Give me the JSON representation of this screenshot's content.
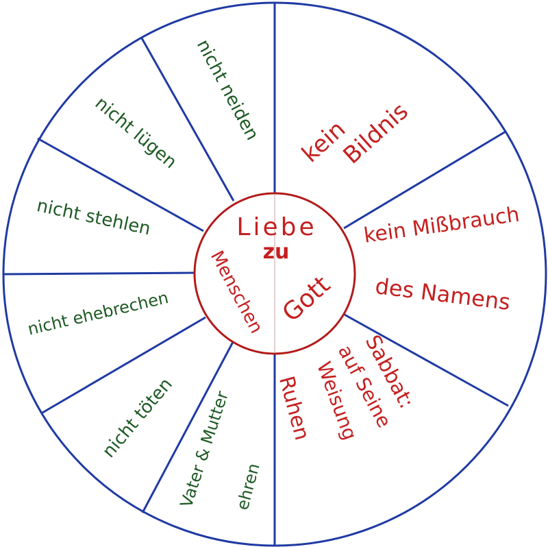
{
  "colors": {
    "outline": "#1f3aa3",
    "center_ring": "#b31a1a",
    "god_text": "#c42020",
    "people_text": "#1e5a24"
  },
  "center": {
    "liebe": "Liebe",
    "zu": "zu",
    "menschen": "Menschen",
    "gott": "Gott"
  },
  "segments": {
    "bildnis": [
      "kein",
      "Bildnis"
    ],
    "missbrauch": [
      "kein Mißbrauch",
      "des Namens"
    ],
    "sabbat": [
      "Sabbat:",
      "auf Seine",
      "Weisung",
      "Ruhen"
    ],
    "neiden": "nicht neiden",
    "luegen": "nicht lügen",
    "stehlen": "nicht stehlen",
    "ehebrechen": "nicht ehebrechen",
    "toeten": "nicht töten",
    "eltern": [
      "Vater & Mutter",
      "ehren"
    ]
  }
}
